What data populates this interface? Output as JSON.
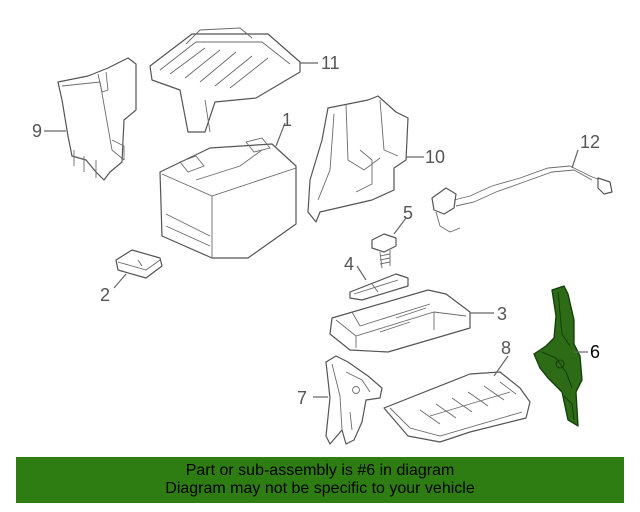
{
  "colors": {
    "banner_background": "#2e7d12",
    "highlight_part": "#2e6b16",
    "line_art": "#555555"
  },
  "highlighted_part": "6",
  "callouts": [
    "1",
    "2",
    "3",
    "4",
    "5",
    "6",
    "7",
    "8",
    "9",
    "10",
    "11",
    "12"
  ],
  "banner": {
    "line1": "Part or sub-assembly is #6 in diagram",
    "line2": "Diagram may not be specific to your vehicle"
  }
}
